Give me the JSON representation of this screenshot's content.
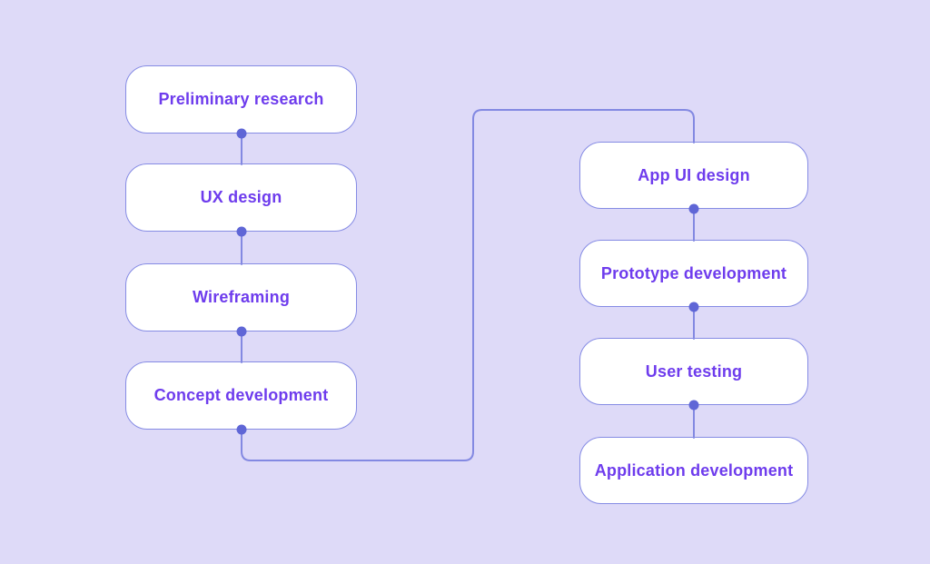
{
  "diagram": {
    "type": "flowchart",
    "colors": {
      "background": "#dedaf8",
      "node_fill": "#ffffff",
      "node_border": "#858be4",
      "node_text": "#6e3ced",
      "connector_line": "#8389e2",
      "connector_dot": "#5f66d6"
    },
    "left_column": {
      "0": "Preliminary research",
      "1": "UX design",
      "2": "Wireframing",
      "3": "Concept development"
    },
    "right_column": {
      "0": "App UI design",
      "1": "Prototype development",
      "2": "User testing",
      "3": "Application development"
    },
    "edges": [
      {
        "from": "Preliminary research",
        "to": "UX design"
      },
      {
        "from": "UX design",
        "to": "Wireframing"
      },
      {
        "from": "Wireframing",
        "to": "Concept development"
      },
      {
        "from": "Concept development",
        "to": "App UI design"
      },
      {
        "from": "App UI design",
        "to": "Prototype development"
      },
      {
        "from": "Prototype development",
        "to": "User testing"
      },
      {
        "from": "User testing",
        "to": "Application development"
      }
    ]
  }
}
